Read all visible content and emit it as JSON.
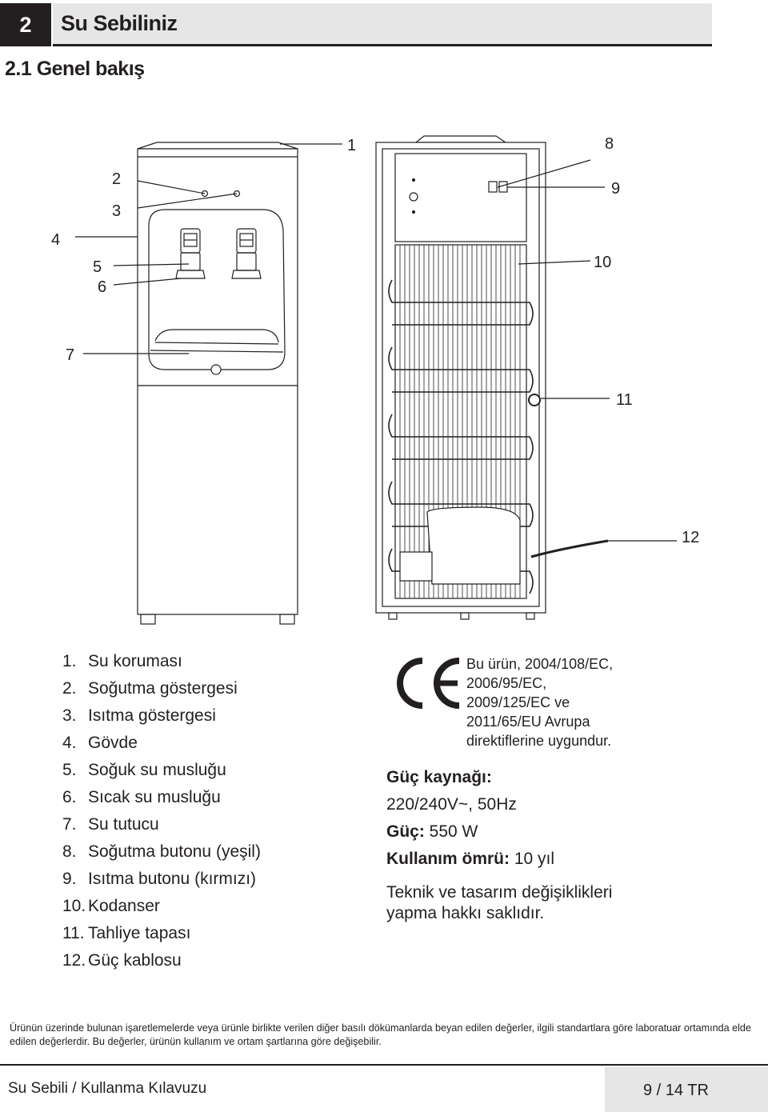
{
  "header": {
    "chapter_number": "2",
    "chapter_title": "Su Sebiliniz",
    "section_title": "2.1 Genel bakış"
  },
  "diagram": {
    "callouts": [
      "1",
      "2",
      "3",
      "4",
      "5",
      "6",
      "7",
      "8",
      "9",
      "10",
      "11",
      "12"
    ]
  },
  "parts": [
    {
      "num": "1.",
      "label": "Su koruması"
    },
    {
      "num": "2.",
      "label": "Soğutma göstergesi"
    },
    {
      "num": "3.",
      "label": "Isıtma göstergesi"
    },
    {
      "num": "4.",
      "label": "Gövde"
    },
    {
      "num": "5.",
      "label": "Soğuk su musluğu"
    },
    {
      "num": "6.",
      "label": "Sıcak su musluğu"
    },
    {
      "num": "7.",
      "label": "Su tutucu"
    },
    {
      "num": "8.",
      "label": "Soğutma butonu (yeşil)"
    },
    {
      "num": "9.",
      "label": "Isıtma butonu (kırmızı)"
    },
    {
      "num": "10.",
      "label": "Kodanser"
    },
    {
      "num": "11.",
      "label": "Tahliye tapası"
    },
    {
      "num": "12.",
      "label": "Güç kablosu"
    }
  ],
  "compliance": {
    "lines": [
      "Bu ürün, 2004/108/EC,",
      "2006/95/EC,",
      "2009/125/EC ve",
      "2011/65/EU Avrupa",
      "direktiflerine uygundur."
    ]
  },
  "specs": {
    "power_supply_label": "Güç kaynağı:",
    "power_supply_value": "220/240V~, 50Hz",
    "power_label": "Güç:",
    "power_value": " 550 W",
    "lifetime_label": "Kullanım ömrü:",
    "lifetime_value": " 10 yıl",
    "disclaimer_lines": [
      "Teknik ve tasarım değişiklikleri",
      "yapma hakkı saklıdır."
    ]
  },
  "footnote": {
    "line1": "Ürünün üzerinde bulunan işaretlemelerde veya ürünle birlikte verilen diğer basılı dökümanlarda beyan edilen değerler, ilgili standartlara göre laboratuar ortamında elde",
    "line2": "edilen değerlerdir. Bu değerler, ürünün kullanım ve ortam şartlarına göre değişebilir."
  },
  "footer": {
    "left": "Su Sebili / Kullanma Kılavuzu",
    "page": "9 / 14  TR"
  }
}
